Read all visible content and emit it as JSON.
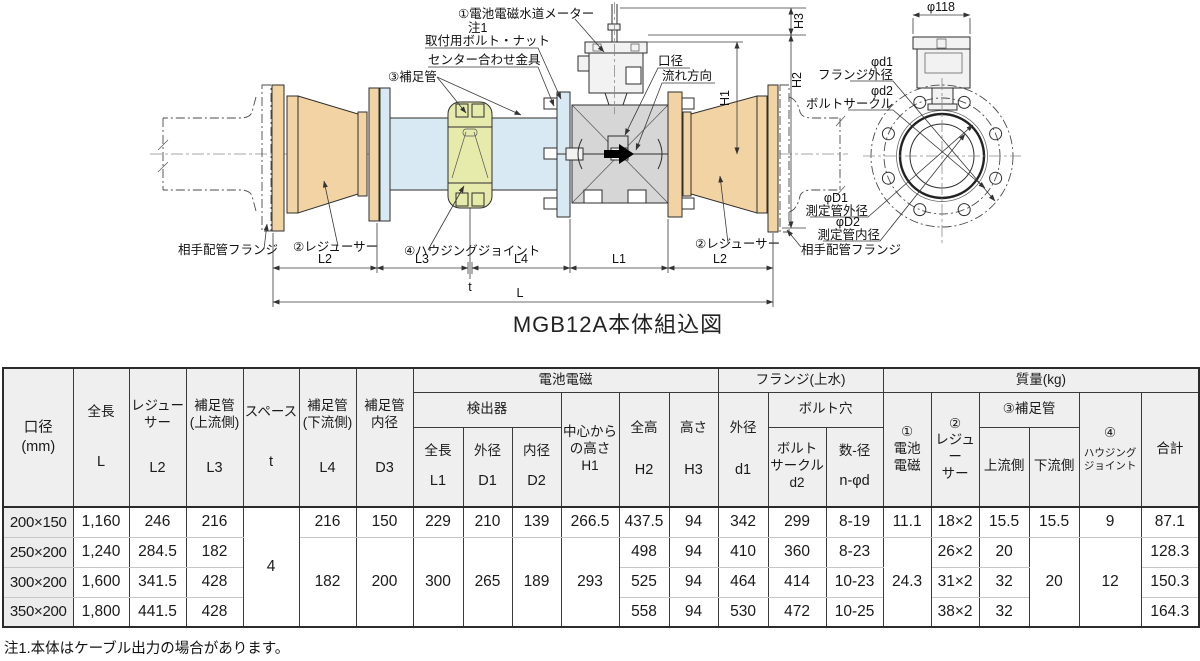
{
  "figure": {
    "title": "MGB12A本体組込図",
    "callouts": {
      "meter": "①電池電磁水道メーター",
      "meter_note": "注1",
      "mount_bolt": "取付用ボルト・ナット",
      "center_fitting": "センター合わせ金具",
      "supplement_pipe": "③補足管",
      "bore": "口径",
      "flow_direction": "流れ方向",
      "reducer_left": "②レジューサー",
      "reducer_right": "②レジューサー",
      "housing_joint": "④ハウジングジョイント",
      "mating_flange_left": "相手配管フランジ",
      "mating_flange_right": "相手配管フランジ",
      "phi118": "φ118",
      "phi_d1": "φd1",
      "phi_d1_desc": "フランジ外径",
      "phi_d2": "φd2",
      "phi_d2_desc": "ボルトサークル",
      "phi_D1": "φD1",
      "phi_D1_desc": "測定管外径",
      "phi_D2": "φD2",
      "phi_D2_desc": "測定管内径"
    },
    "dims": {
      "h1": "H1",
      "h2": "H2",
      "h3": "H3",
      "l": "L",
      "l1": "L1",
      "l2_left": "L2",
      "l2_right": "L2",
      "l3": "L3",
      "l4": "L4",
      "t": "t"
    }
  },
  "table": {
    "headers": {
      "bore": "口径\n(mm)",
      "total_length": {
        "name": "全長",
        "sym": "L"
      },
      "reducer": {
        "name": "レジュー\nサー",
        "sym": "L2"
      },
      "pipe_up": {
        "name": "補足管\n(上流側)",
        "sym": "L3"
      },
      "space": {
        "name": "スペース",
        "sym": "t"
      },
      "pipe_down": {
        "name": "補足管\n(下流側)",
        "sym": "L4"
      },
      "pipe_id": {
        "name": "補足管\n内径",
        "sym": "D3"
      },
      "group_meter": "電池電磁",
      "group_detector": "検出器",
      "det_length": {
        "name": "全長",
        "sym": "L1"
      },
      "det_od": {
        "name": "外径",
        "sym": "D1"
      },
      "det_id": {
        "name": "内径",
        "sym": "D2"
      },
      "h1": "中心から\nの高さ\nH1",
      "h2": {
        "name": "全高",
        "sym": "H2"
      },
      "h3": {
        "name": "高さ",
        "sym": "H3"
      },
      "group_flange": "フランジ(上水)",
      "d1": {
        "name": "外径",
        "sym": "d1"
      },
      "group_bolt": "ボルト穴",
      "d2": "ボルト\nサークル\nd2",
      "nphid": {
        "name": "数-径",
        "sym": "n-φd"
      },
      "group_mass": "質量(kg)",
      "m1": "①\n電池\n電磁",
      "m2": "②\nレジュー\nサー",
      "group_pipe3": "③補足管",
      "up": "上流側",
      "down": "下流側",
      "m4_a": "④",
      "m4_b": "ハウジング\nジョイント",
      "total": "合計"
    },
    "rows": [
      {
        "bore": "200×150",
        "L": "1,160",
        "L2": "246",
        "L3": "216",
        "t": "4",
        "L4": "216",
        "D3": "150",
        "L1": "229",
        "D1": "210",
        "D2": "139",
        "H1": "266.5",
        "H2": "437.5",
        "H3": "94",
        "d1": "342",
        "d2": "299",
        "n": "8-19",
        "m1": "11.1",
        "m2": "18×2",
        "up": "15.5",
        "down": "15.5",
        "m4": "9",
        "total": "87.1"
      },
      {
        "bore": "250×200",
        "L": "1,240",
        "L2": "284.5",
        "L3": "182",
        "L4": "182",
        "D3": "200",
        "L1": "300",
        "D1": "265",
        "D2": "189",
        "H1": "293",
        "H2": "498",
        "H3": "94",
        "d1": "410",
        "d2": "360",
        "n": "8-23",
        "m1": "24.3",
        "m2": "26×2",
        "up": "20",
        "down": "20",
        "m4": "12",
        "total": "128.3"
      },
      {
        "bore": "300×200",
        "L": "1,600",
        "L2": "341.5",
        "L3": "428",
        "H2": "525",
        "H3": "94",
        "d1": "464",
        "d2": "414",
        "n": "10-23",
        "m2": "31×2",
        "up": "32",
        "total": "150.3"
      },
      {
        "bore": "350×200",
        "L": "1,800",
        "L2": "441.5",
        "L3": "428",
        "H2": "558",
        "H3": "94",
        "d1": "530",
        "d2": "472",
        "n": "10-25",
        "m2": "38×2",
        "up": "32",
        "total": "164.3"
      }
    ]
  },
  "note": "注1.本体はケーブル出力の場合があります。"
}
